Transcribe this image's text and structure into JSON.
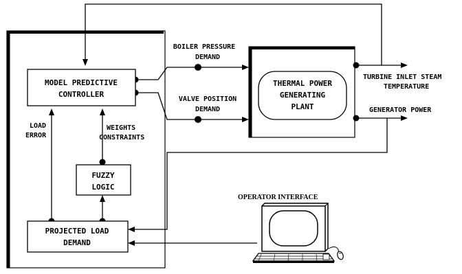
{
  "blocks": {
    "mpc": [
      "MODEL PREDICTIVE",
      "CONTROLLER"
    ],
    "fuzzy": [
      "FUZZY",
      "LOGIC"
    ],
    "projected": [
      "PROJECTED LOAD",
      "DEMAND"
    ],
    "plant": [
      "THERMAL POWER",
      "GENERATING",
      "PLANT"
    ]
  },
  "signals": {
    "boiler_pressure": [
      "BOILER PRESSURE",
      "DEMAND"
    ],
    "valve_position": [
      "VALVE POSITION",
      "DEMAND"
    ],
    "turbine_steam": [
      "TURBINE INLET STEAM",
      "TEMPERATURE"
    ],
    "generator_power": "GENERATOR POWER",
    "load_error": [
      "LOAD",
      "ERROR"
    ],
    "weights_constraints": [
      "WEIGHTS",
      "CONSTRAINTS"
    ]
  },
  "operator_interface": "OPERATOR INTERFACE",
  "icons": [
    "computer-terminal-icon",
    "mouse-icon"
  ]
}
